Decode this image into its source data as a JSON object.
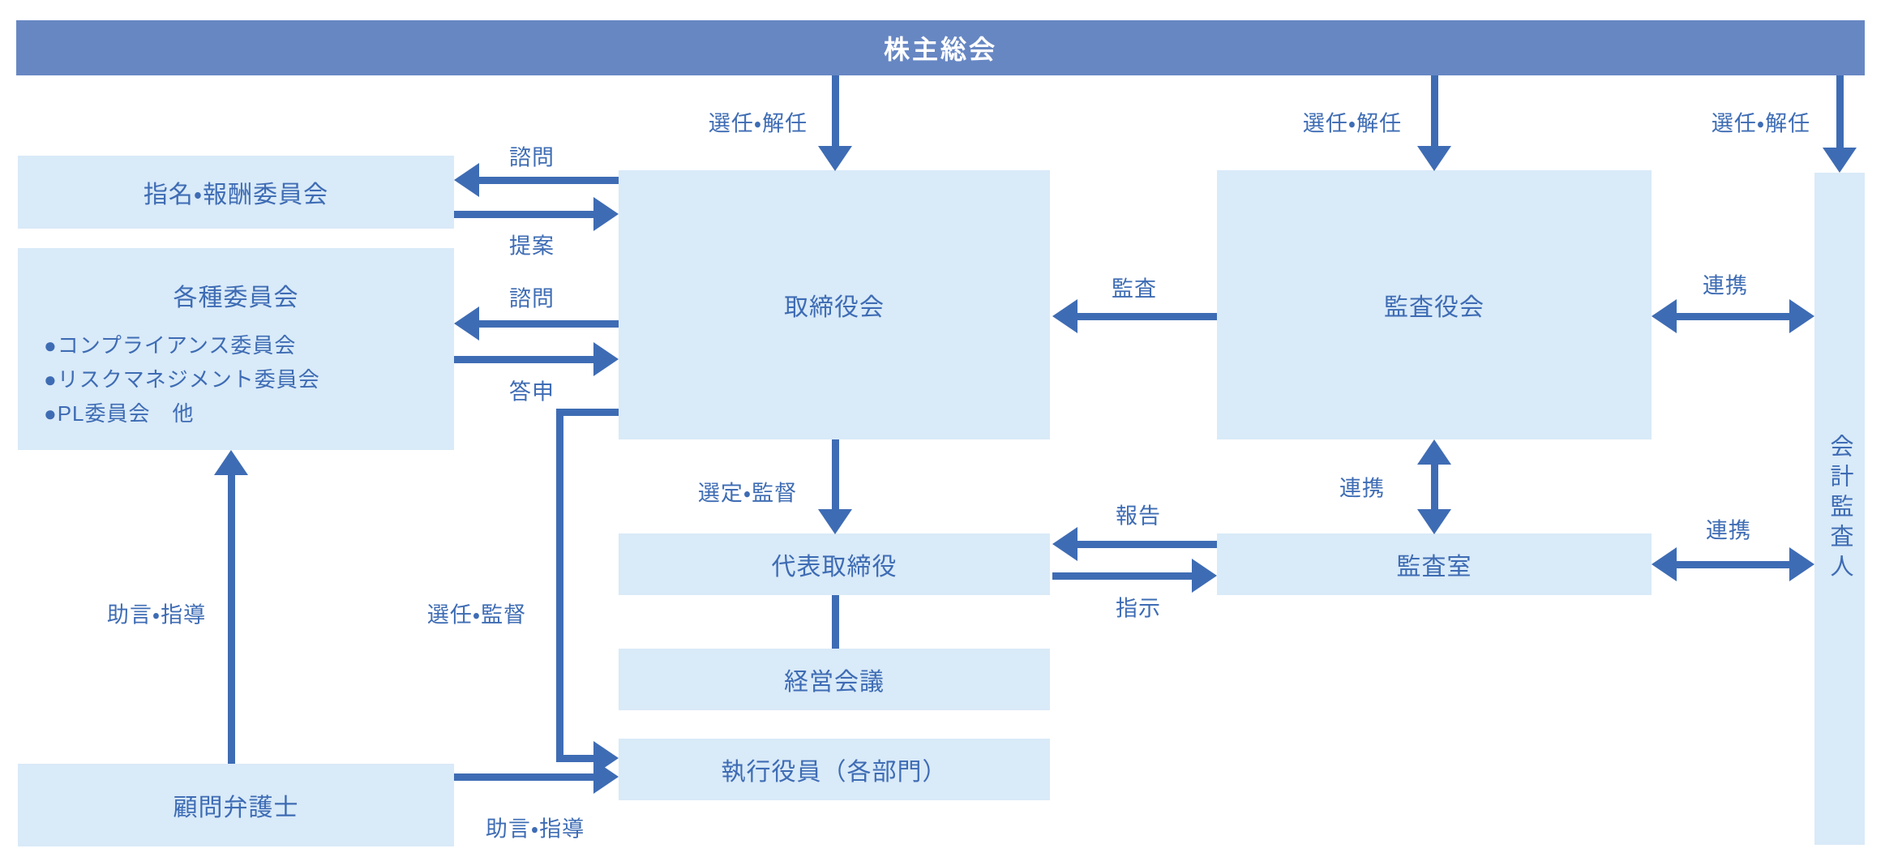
{
  "colors": {
    "bar_fill": "#6787c3",
    "box_fill": "#d9eaf8",
    "ink": "#3e6cb4",
    "bar_text": "#ffffff",
    "background": "#ffffff"
  },
  "nodes": {
    "shareholders_meeting": "株主総会",
    "nomination_committee": "指名・報酬委員会",
    "committees": {
      "title": "各種委員会",
      "items": [
        "●コンプライアンス委員会",
        "●リスクマネジメント委員会",
        "●PL委員会　他"
      ]
    },
    "legal_advisor": "顧問弁護士",
    "board_of_directors": "取締役会",
    "representative_director": "代表取締役",
    "management_meeting": "経営会議",
    "executive_officers": "執行役員（各部門）",
    "audit_board": "監査役会",
    "audit_office": "監査室",
    "accounting_auditor": "会計監査人"
  },
  "edge_labels": {
    "appoint_dismiss_1": "選任・解任",
    "appoint_dismiss_2": "選任・解任",
    "appoint_dismiss_3": "選任・解任",
    "consult_1": "諮問",
    "propose": "提案",
    "consult_2": "諮問",
    "report_back": "答申",
    "appoint_supervise": "選任・監督",
    "advise_guide_up": "助言・指導",
    "advise_guide_right": "助言・指導",
    "select_supervise": "選定・監督",
    "audit": "監査",
    "report": "報告",
    "instruct": "指示",
    "cooperate_vertical": "連携",
    "cooperate_board_auditor": "連携",
    "cooperate_office_auditor": "連携"
  }
}
